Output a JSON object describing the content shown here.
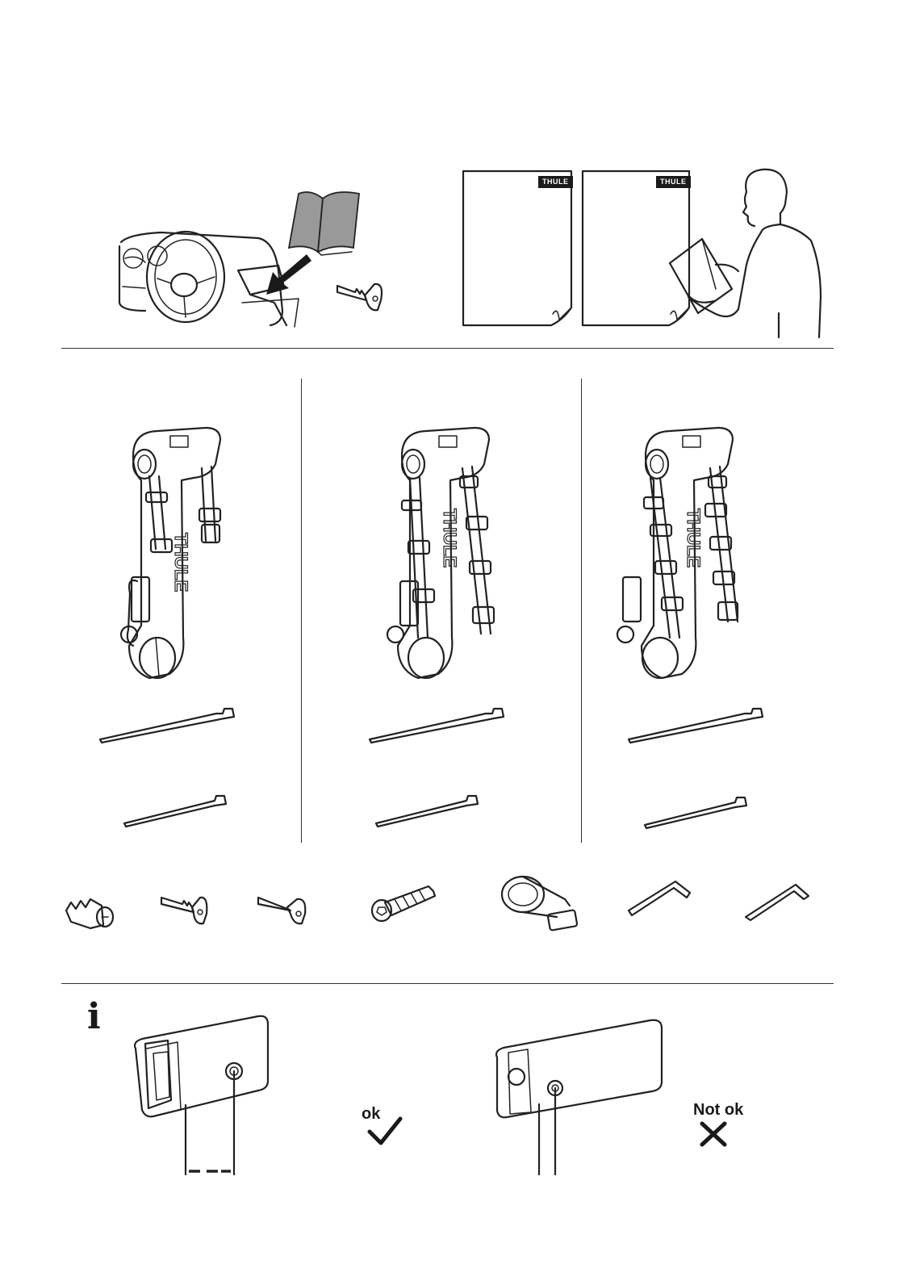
{
  "manual": {
    "brand_badge_left": "THULE",
    "brand_badge_right": "THULE",
    "rack_brand_text": "THULE"
  },
  "info": {
    "icon_glyph": "i",
    "ok_label": "ok",
    "not_ok_label": "Not ok"
  },
  "icons": {
    "ok_mark": "checkmark-icon",
    "not_ok_mark": "cross-icon",
    "info": "info-icon"
  },
  "colors": {
    "line": "#222222",
    "badge": "#1a1a1a",
    "manual_gray": "#999999"
  }
}
